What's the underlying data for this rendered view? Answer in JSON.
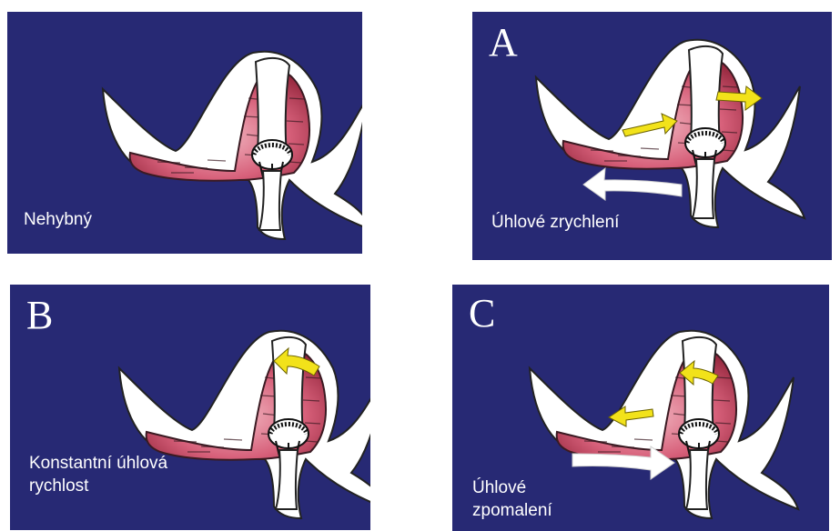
{
  "panels": [
    {
      "letter": "",
      "caption": "Nehybný"
    },
    {
      "letter": "A",
      "caption": "Úhlové zrychlení"
    },
    {
      "letter": "B",
      "caption_line1": "Konstantní úhlová",
      "caption_line2": "rychlost"
    },
    {
      "letter": "C",
      "caption_line1": "Úhlové",
      "caption_line2": "zpomalení"
    }
  ],
  "colors": {
    "panel_background": "#272974",
    "bone": "#ffffff",
    "fluid": "#c0445a",
    "motion_arrow_small": "#f2e21a",
    "motion_arrow_large": "#ffffff"
  }
}
